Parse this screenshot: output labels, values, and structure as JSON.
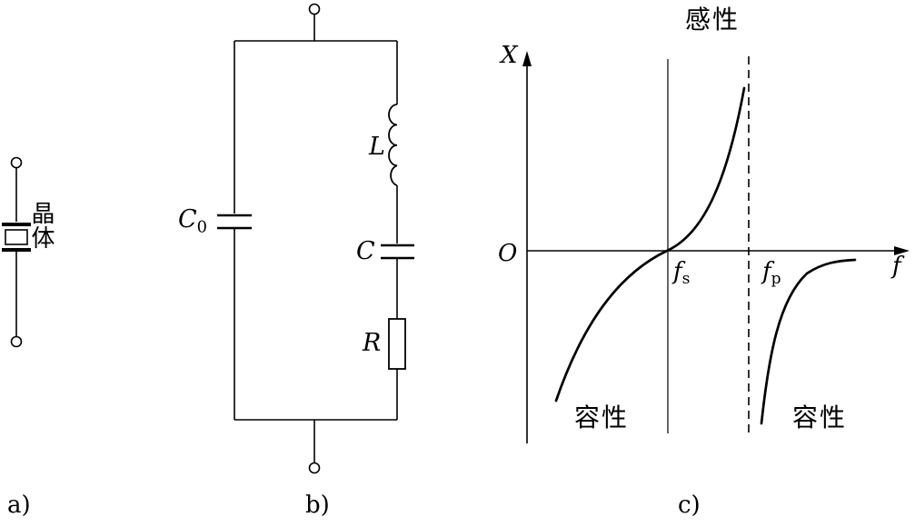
{
  "figure": {
    "part_a": {
      "crystal_label": "晶体",
      "caption": "a)"
    },
    "part_b": {
      "shunt_capacitor": {
        "main": "C",
        "sub": "0"
      },
      "inductor_label": "L",
      "series_capacitor_label": "C",
      "resistor_label": "R",
      "caption": "b)"
    },
    "part_c": {
      "y_axis_label": "X",
      "origin_label": "O",
      "x_axis_label": "f",
      "series_resonance": {
        "main": "f",
        "sub": "s"
      },
      "parallel_resonance": {
        "main": "f",
        "sub": "p"
      },
      "region_inductive": "感性",
      "region_capacitive_left": "容性",
      "region_capacitive_right": "容性",
      "caption": "c)"
    }
  }
}
